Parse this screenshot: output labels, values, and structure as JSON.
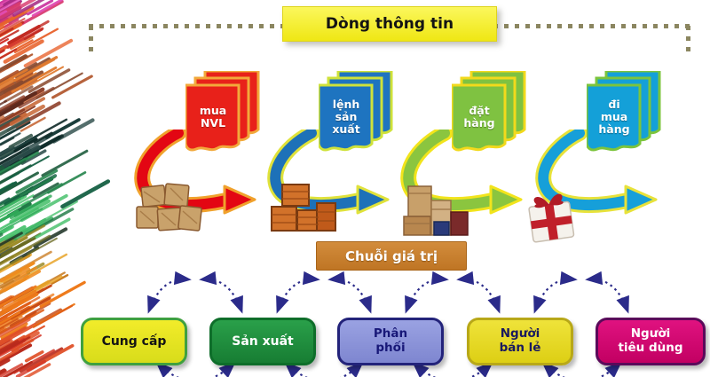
{
  "header": {
    "title": "Dòng thông tin",
    "frame_dot_color": "#8b8660",
    "title_bg": "#f5ee2e"
  },
  "info_flow": {
    "documents": [
      {
        "id": "purchase-raw-materials",
        "label": "mua\nNVL",
        "doc_color": "#e8211a",
        "edge_color": "#f2a93b",
        "arrow_color": "#e30613",
        "product": "raw-material-boxes"
      },
      {
        "id": "production-order",
        "label": "lệnh\nsản\nxuất",
        "doc_color": "#1e74c0",
        "edge_color": "#cfe23a",
        "arrow_color": "#1d71b8",
        "product": "production-crates"
      },
      {
        "id": "place-order",
        "label": "đặt\nhàng",
        "doc_color": "#7fc241",
        "edge_color": "#f2d91c",
        "arrow_color": "#8bc53f",
        "product": "packaged-goods"
      },
      {
        "id": "go-shopping",
        "label": "đi\nmua\nhàng",
        "doc_color": "#14a0d8",
        "edge_color": "#7cc43c",
        "arrow_color": "#169fd9",
        "product": "gift-box"
      }
    ]
  },
  "value_chain": {
    "label": "Chuỗi giá trị",
    "bg": "#c87e2e",
    "text_color": "#ffffff"
  },
  "chain": {
    "arc_color": "#2b2b8a",
    "nodes": [
      {
        "label": "Cung cấp",
        "bg": "#ece61e",
        "border": "#3fa03f",
        "text": "#141414"
      },
      {
        "label": "Sản xuất",
        "bg": "#1f8f3c",
        "border": "#0e6e2a",
        "text": "#ffffff"
      },
      {
        "label": "Phân\nphối",
        "bg": "#8d95da",
        "border": "#23237a",
        "text": "#181878"
      },
      {
        "label": "Người\nbán lẻ",
        "bg": "#e6d91f",
        "border": "#b8a818",
        "text": "#1a1a5e"
      },
      {
        "label": "Người\ntiêu dùng",
        "bg": "#d4076e",
        "border": "#5a0a5a",
        "text": "#ffffff"
      }
    ]
  },
  "decoration": {
    "left_edge": "colorful-pencil-strokes"
  }
}
